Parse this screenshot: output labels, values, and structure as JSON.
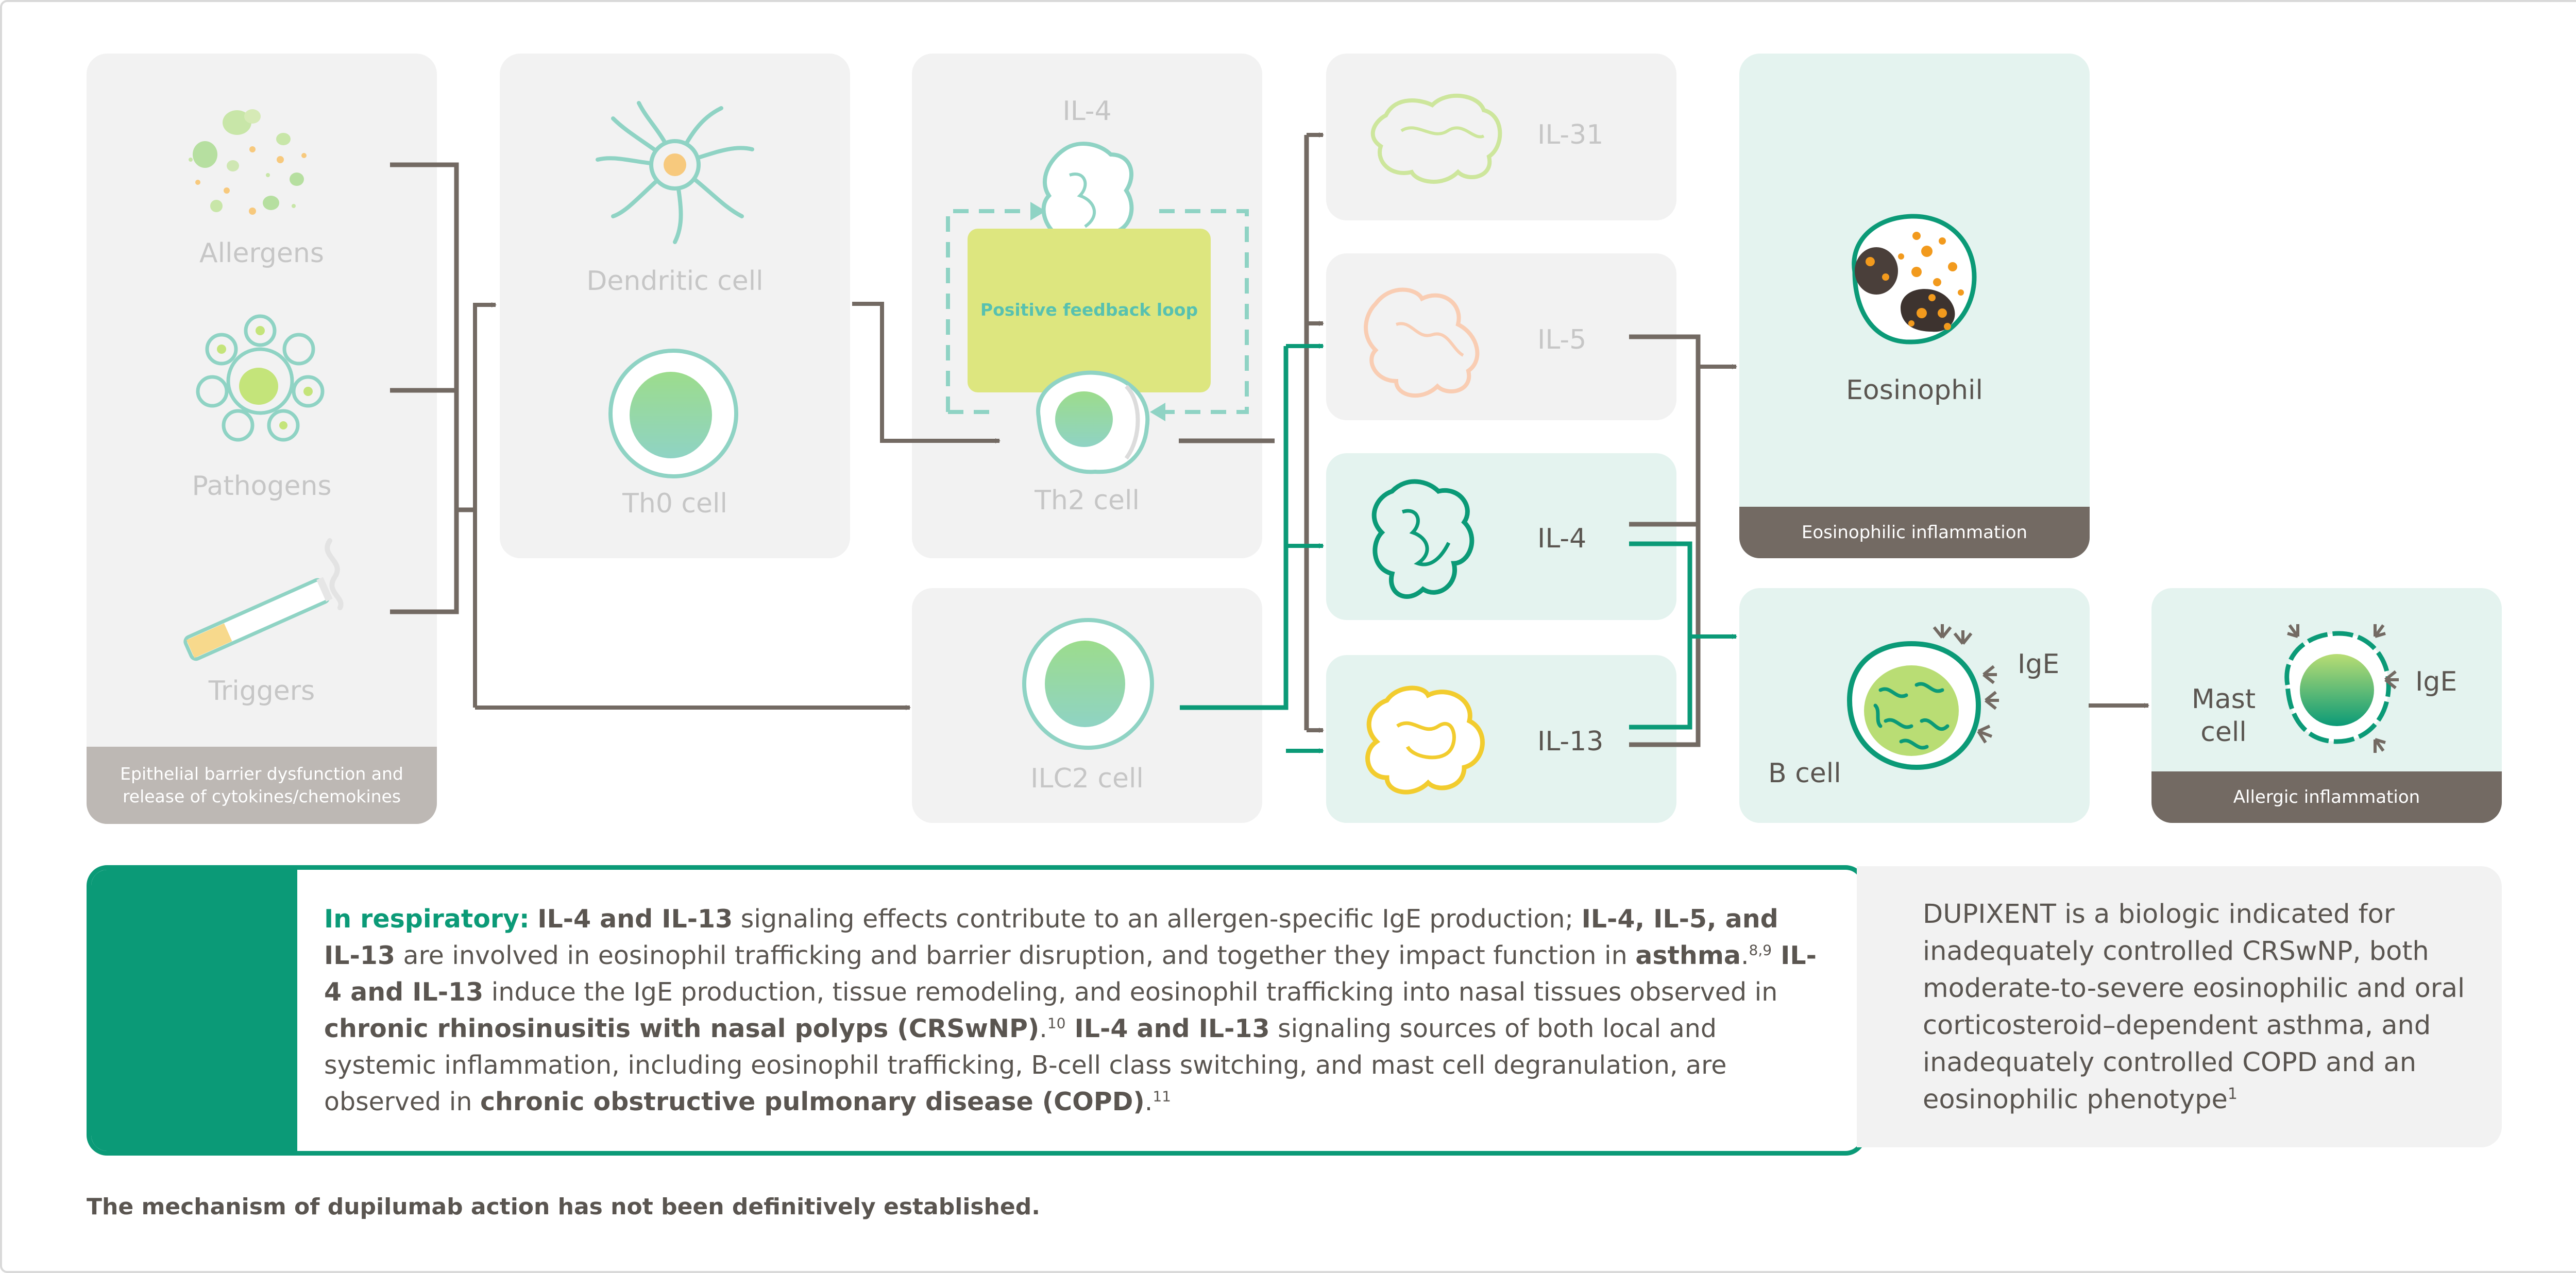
{
  "colors": {
    "panel_grey": "#f2f2f2",
    "panel_teal": "#e4f3ef",
    "teal": "#0b9a77",
    "arrow_brown": "#736a63",
    "footer_brown": "#736a63",
    "footer_grey": "#bdb8b4",
    "muted_text": "#c6c6c6",
    "dark_text": "#5a5550",
    "lime": "#d6e46a"
  },
  "triggers_panel": {
    "allergens": "Allergens",
    "pathogens": "Pathogens",
    "triggers": "Triggers",
    "footer": "Epithelial barrier dysfunction and release of cytokines/chemokines"
  },
  "immune_panel": {
    "dendritic": "Dendritic cell",
    "th0": "Th0 cell"
  },
  "th2_panel": {
    "il4_top": "IL-4",
    "feedback": "Positive feedback loop",
    "th2": "Th2 cell"
  },
  "ilc2_panel": {
    "ilc2": "ILC2 cell"
  },
  "cytokines": {
    "il31": "IL-31",
    "il5": "IL-5",
    "il4": "IL-4",
    "il13": "IL-13"
  },
  "eosinophil_panel": {
    "cell": "Eosinophil",
    "footer": "Eosinophilic inflammation"
  },
  "bcell_panel": {
    "cell": "B cell",
    "ige": "IgE"
  },
  "mast_panel": {
    "cell": "Mast cell",
    "ige": "IgE",
    "footer": "Allergic inflammation"
  },
  "respiratory": {
    "heading": "In respiratory:",
    "icon": "lungs-icon",
    "t1b": "IL-4 and IL-13",
    "t1": " signaling effects contribute to an allergen-specific IgE production; ",
    "t2b": "IL-4, IL-5, and IL-13",
    "t2": " are involved in eosinophil trafficking and barrier disruption, and together they impact function in ",
    "t3b": "asthma",
    "t3": ".",
    "ref1": "8,9",
    "t4b": " IL-4 and IL-13",
    "t4": " induce the IgE production, tissue remodeling, and eosinophil trafficking into nasal tissues observed in ",
    "t5b": "chronic rhinosinusitis with nasal polyps (CRSwNP)",
    "t5": ".",
    "ref2": "10",
    "t6b": " IL-4 and IL-13",
    "t6": " signaling sources of both local and systemic inflammation, including eosinophil trafficking, B-cell class switching, and mast cell degranulation, are observed in ",
    "t7b": "chronic obstructive pulmonary disease (COPD)",
    "t7": ".",
    "ref3": "11"
  },
  "indication": {
    "text": "DUPIXENT is a biologic indicated for inadequately controlled CRSwNP, both moderate-to-severe eosinophilic and oral corticosteroid–dependent asthma, and inadequately controlled COPD and an eosinophilic phenotype",
    "ref": "1"
  },
  "disclaimer": "The mechanism of dupilumab action has not been definitively established."
}
